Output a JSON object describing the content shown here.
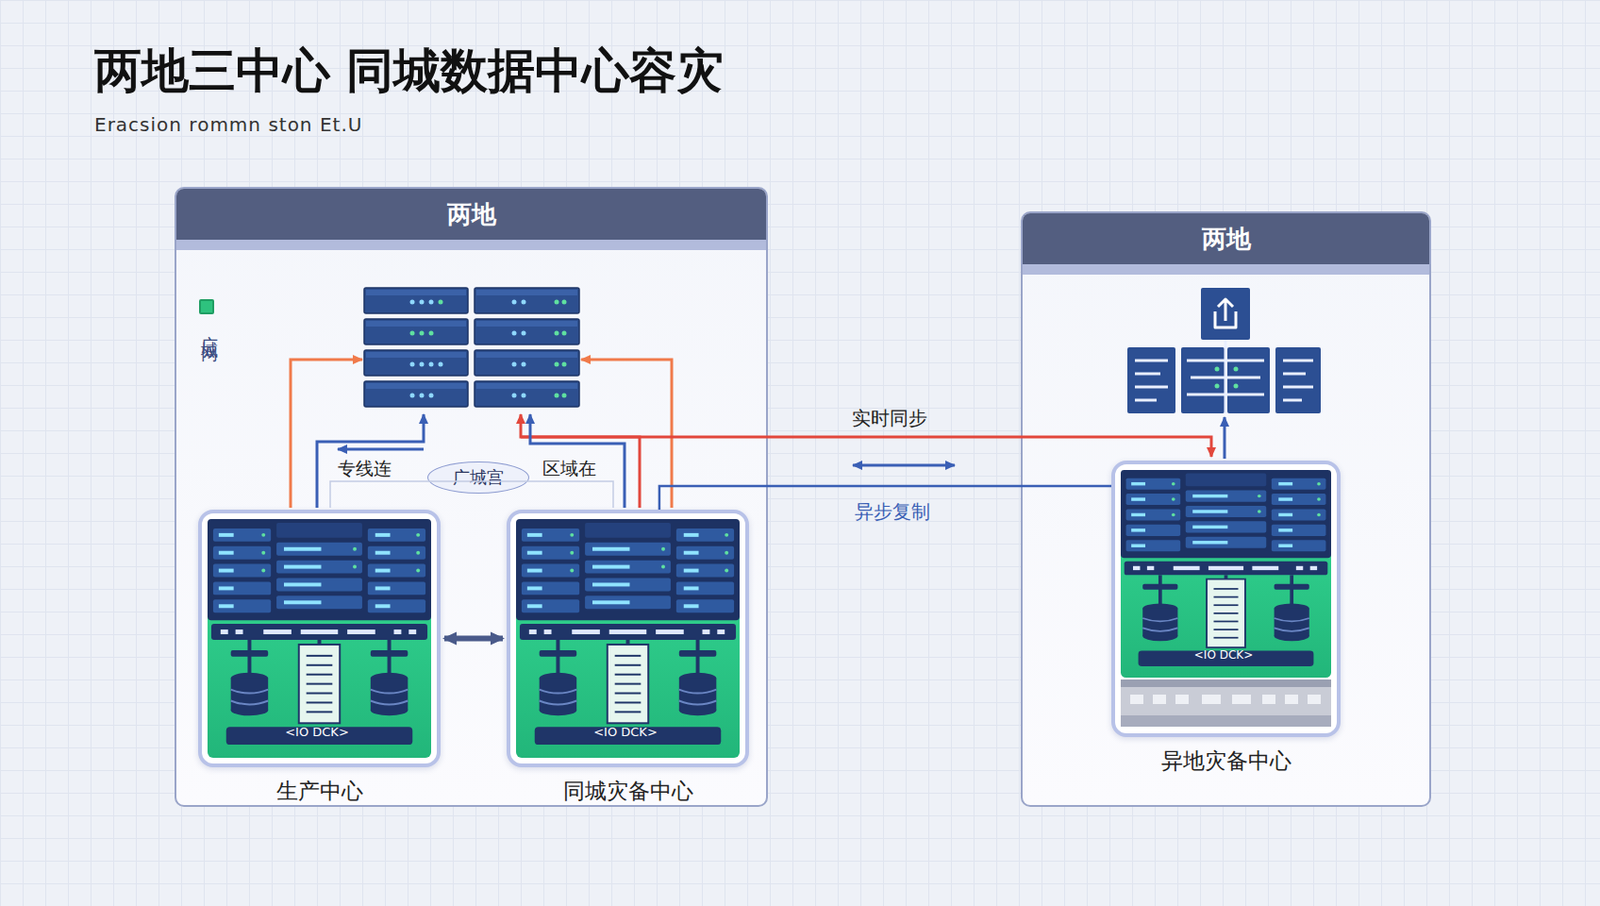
{
  "diagram": {
    "title": "两地三中心 同城数据中心容灾",
    "nodes": [
      {
        "text": [
          "两地"
        ]
      },
      {
        "text": [
          "广城宫"
        ],
        "in": 0
      },
      {
        "text": [
          "生产中心"
        ],
        "in": 0
      },
      {
        "text": [
          "同城灾备中心"
        ],
        "in": 0
      },
      {
        "text": [
          "两地"
        ]
      },
      {
        "text": [
          "异地灾备中心"
        ],
        "in": 4
      }
    ],
    "edges": [
      {
        "from": 2,
        "to": 3,
        "arrow": "both"
      },
      {
        "from": 3,
        "to": 5,
        "label": "异步复制",
        "arrow": "none"
      }
    ],
    "labels": [
      "Eracsion rommn ston Et.U",
      "专线连",
      "区域在",
      "实时同步",
      "<IO DCK>",
      "<IO DCK>",
      "<IO DCK>"
    ],
    "legend": [
      {
        "text": "广域网",
        "color": "#2ec27e"
      }
    ]
  }
}
